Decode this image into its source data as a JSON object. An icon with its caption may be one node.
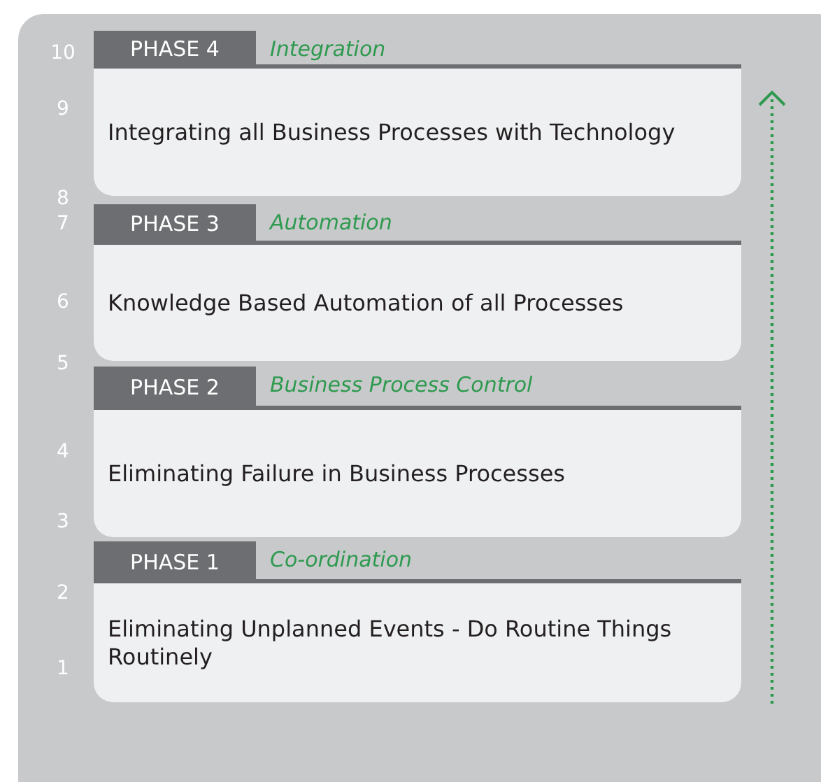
{
  "diagram": {
    "nodes": [
      {
        "text": [
          "PHASE 4"
        ],
        "beside": [
          "Integration"
        ]
      },
      {
        "text": [
          "Integrating all Business Processes with Technology"
        ]
      },
      {
        "text": [
          "PHASE 3"
        ],
        "beside": [
          "Automation"
        ]
      },
      {
        "text": [
          "Knowledge Based Automation of all Processes"
        ]
      },
      {
        "text": [
          "PHASE 2"
        ],
        "beside": [
          "Business Process Control"
        ]
      },
      {
        "text": [
          "Eliminating Failure in Business Processes"
        ]
      },
      {
        "text": [
          "PHASE 1"
        ],
        "beside": [
          "Co-ordination"
        ]
      },
      {
        "text": [
          "Eliminating Unplanned Events - Do Routine Things Routinely"
        ]
      }
    ],
    "labels": [
      "10",
      "9",
      "8",
      "7",
      "6",
      "5",
      "4",
      "3",
      "2",
      "1"
    ]
  }
}
